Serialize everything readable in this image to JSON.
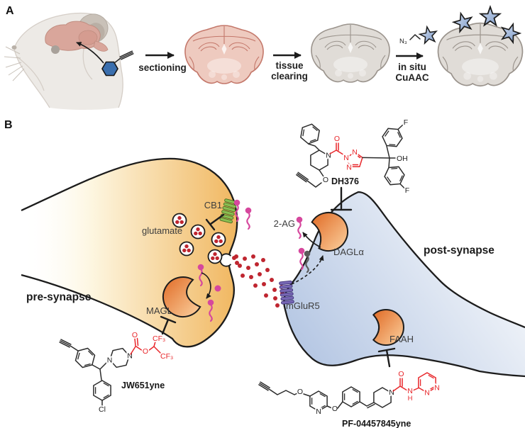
{
  "panel_a": {
    "label": "A",
    "steps": {
      "sectioning": "sectioning",
      "tissue_line1": "tissue",
      "tissue_line2": "clearing",
      "cuaac_line1": "in situ",
      "cuaac_line2": "CuAAC"
    },
    "azide_label": "N₃"
  },
  "panel_b": {
    "label": "B",
    "compartments": {
      "pre": "pre-synapse",
      "post": "post-synapse"
    },
    "neurotransmitter": "glutamate",
    "endocannabinoid": "2-AG",
    "receptors": {
      "cb1": "CB1",
      "mglur5": "mGluR5"
    },
    "enzymes": {
      "magl": "MAGL",
      "dagl": "DAGLα",
      "faah": "FAAH"
    },
    "inhibitors": {
      "dh376": "DH376",
      "jw651yne": "JW651yne",
      "pf04457845yne": "PF-04457845yne"
    },
    "atoms": {
      "n": "N",
      "o": "O",
      "f": "F",
      "cl": "Cl",
      "oh": "OH",
      "cf3": "CF₃",
      "h": "H"
    }
  },
  "colors": {
    "pre_synapse_deep": "#f0b55c",
    "pre_synapse_light": "#fdf6e0",
    "post_synapse_deep": "#b4c6e3",
    "post_synapse_light": "#eef2f8",
    "enzyme_deep": "#e06a25",
    "enzyme_light": "#fcd2a0",
    "cb1_green": "#8abf52",
    "mglur5_purple": "#7767b5",
    "lipid_pink": "#d6479d",
    "lipid_gray": "#5a5a5a",
    "glutamate_red": "#bf2630",
    "reactive_red": "#e8262a",
    "probe_blue": "#3b6fae",
    "star_light": "#d3ddee",
    "star_deep": "#7d9bca",
    "brain_pink": "#d9a69b",
    "slice_pink": "#eecabf",
    "slice_pink_line": "#c4786b",
    "slice_gray": "#e0dcd7",
    "slice_gray_line": "#9b948d",
    "mouse_body": "#edeae6",
    "mouse_line": "#d5cec7"
  }
}
